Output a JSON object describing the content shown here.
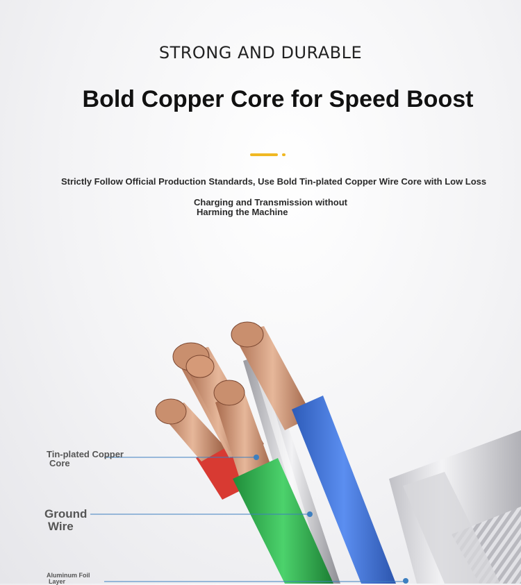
{
  "header": {
    "subtitle": "STRONG AND DURABLE",
    "title": "Bold Copper Core for Speed Boost"
  },
  "description": {
    "line1": "Strictly Follow Official Production Standards, Use Bold Tin-plated Copper Wire Core with Low Loss",
    "line2": "Charging and Transmission without",
    "line3": "Harming the Machine"
  },
  "labels": {
    "copper_core": [
      "Tin-plated Copper",
      "Core"
    ],
    "ground_wire": [
      "Ground",
      "Wire"
    ],
    "aluminum_foil": [
      "Aluminum Foil",
      "Layer"
    ]
  },
  "colors": {
    "accent": "#f0b823",
    "copper": "#c98f6e",
    "wire_red": "#d83a32",
    "wire_green": "#2fae4c",
    "wire_blue": "#3f73d6",
    "wire_silver": "#c8c8cc",
    "pointer_line": "#3d7fc0"
  }
}
